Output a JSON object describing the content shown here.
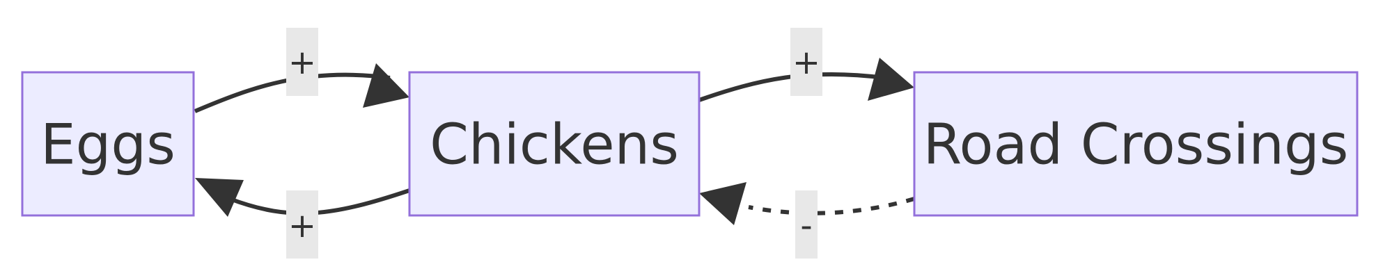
{
  "diagram": {
    "type": "flowchart",
    "direction": "LR",
    "nodes": [
      {
        "id": "eggs",
        "label": "Eggs"
      },
      {
        "id": "chickens",
        "label": "Chickens"
      },
      {
        "id": "road",
        "label": "Road Crossings"
      }
    ],
    "edges": [
      {
        "from": "eggs",
        "to": "chickens",
        "label": "+",
        "style": "solid"
      },
      {
        "from": "chickens",
        "to": "eggs",
        "label": "+",
        "style": "solid"
      },
      {
        "from": "chickens",
        "to": "road",
        "label": "+",
        "style": "solid"
      },
      {
        "from": "road",
        "to": "chickens",
        "label": "-",
        "style": "dotted"
      }
    ]
  },
  "colors": {
    "node_fill": "#ECECFF",
    "node_stroke": "#9370DB",
    "edge": "#333333",
    "label_bg": "#e8e8e8",
    "text": "#333333"
  }
}
